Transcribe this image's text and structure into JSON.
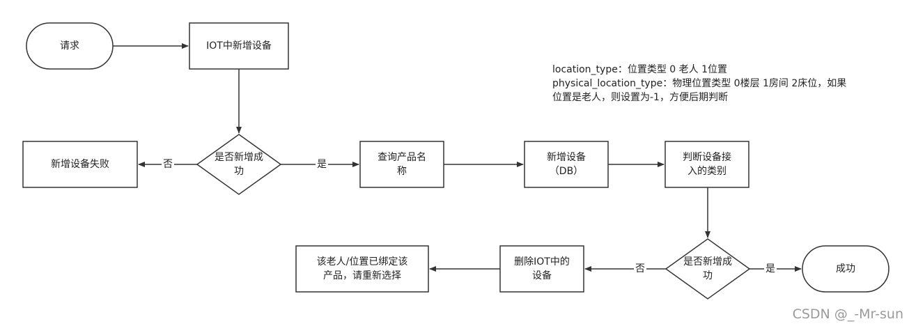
{
  "nodes": {
    "request": "请求",
    "iot_add": "IOT中新增设备",
    "decision_1": "是否新增成\n功",
    "add_failed": "新增设备失败",
    "query_product": "查询产品名\n称",
    "add_device_db": "新增设备\n（DB）",
    "judge_category": "判断设备接\n入的类别",
    "decision_2": "是否新增成\n功",
    "success": "成功",
    "delete_iot": "删除IOT中的\n设备",
    "already_bound": "该老人/位置已绑定该\n产品，请重新选择"
  },
  "edges": {
    "no_1": "否",
    "yes_1": "是",
    "no_2": "否",
    "yes_2": "是"
  },
  "note": {
    "line1": "location_type：位置类型 0 老人 1位置",
    "line2": "physical_location_type：物理位置类型 0楼层 1房间 2床位，如果",
    "line3": "位置是老人，则设置为-1，方便后期判断"
  },
  "watermark": "CSDN @_-Mr-sun"
}
